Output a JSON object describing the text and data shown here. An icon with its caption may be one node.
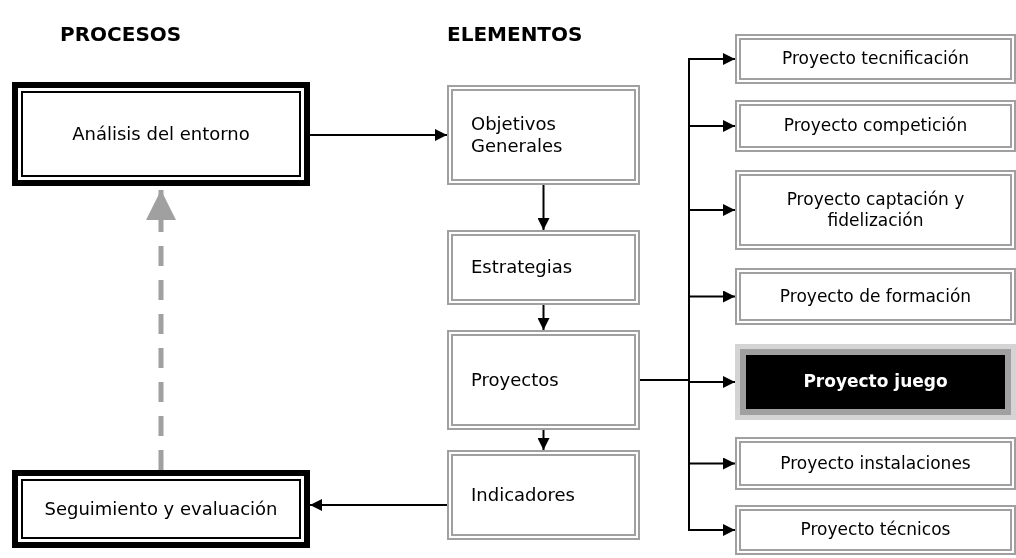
{
  "diagram": {
    "nodes": [
      {
        "text": [
          "Análisis del entorno"
        ]
      },
      {
        "text": [
          "Seguimiento y evaluación"
        ]
      },
      {
        "text": [
          "Objetivos Generales"
        ]
      },
      {
        "text": [
          "Estrategias"
        ]
      },
      {
        "text": [
          "Proyectos"
        ]
      },
      {
        "text": [
          "Indicadores"
        ]
      },
      {
        "text": [
          "Proyecto tecnificación"
        ]
      },
      {
        "text": [
          "Proyecto competición"
        ]
      },
      {
        "text": [
          "Proyecto captación y fidelización"
        ]
      },
      {
        "text": [
          "Proyecto de formación"
        ]
      },
      {
        "text": [
          "Proyecto juego"
        ]
      },
      {
        "text": [
          "Proyecto instalaciones"
        ]
      },
      {
        "text": [
          "Proyecto técnicos"
        ]
      }
    ],
    "edges": [
      {
        "from": 0,
        "to": 2,
        "arrow": "to"
      },
      {
        "from": 2,
        "to": 3,
        "arrow": "to"
      },
      {
        "from": 3,
        "to": 4,
        "arrow": "to"
      },
      {
        "from": 4,
        "to": 5,
        "arrow": "to"
      },
      {
        "from": 5,
        "to": 1,
        "arrow": "to"
      },
      {
        "from": 1,
        "to": 0,
        "arrow": "to",
        "style": "dashed",
        "color": "#a0a0a0"
      },
      {
        "from": 4,
        "to": 6,
        "arrow": "to"
      },
      {
        "from": 4,
        "to": 7,
        "arrow": "to"
      },
      {
        "from": 4,
        "to": 8,
        "arrow": "to"
      },
      {
        "from": 4,
        "to": 9,
        "arrow": "to"
      },
      {
        "from": 4,
        "to": 10,
        "arrow": "to"
      },
      {
        "from": 4,
        "to": 11,
        "arrow": "to"
      },
      {
        "from": 4,
        "to": 12,
        "arrow": "to"
      }
    ],
    "labels": [
      "PROCESOS",
      "ELEMENTOS"
    ]
  }
}
